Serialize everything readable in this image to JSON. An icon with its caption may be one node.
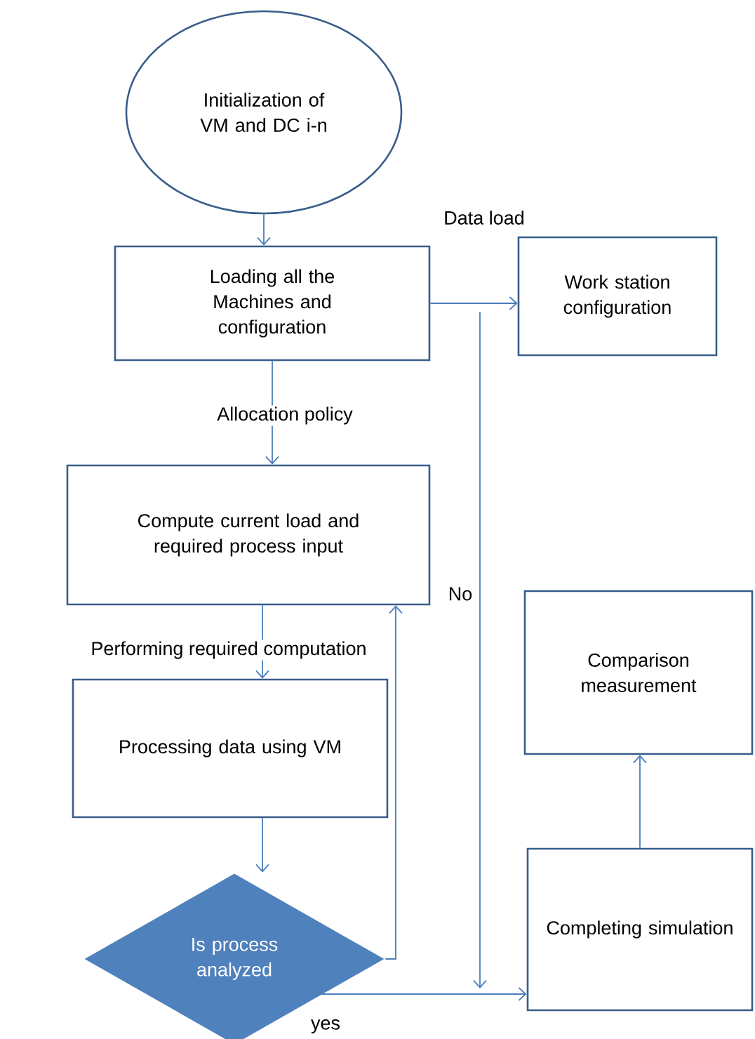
{
  "diagram": {
    "nodes": [
      {
        "text": [
          "Initialization of VM and DC i-n"
        ]
      },
      {
        "text": [
          "Loading all the Machines and configuration"
        ]
      },
      {
        "text": [
          "Work station configuration"
        ]
      },
      {
        "text": [
          "Compute current load and required process input"
        ]
      },
      {
        "text": [
          "Processing data using VM"
        ]
      },
      {
        "text": [
          "Is process analyzed"
        ]
      },
      {
        "text": [
          "Comparison measurement"
        ]
      },
      {
        "text": [
          "Completing simulation"
        ]
      }
    ],
    "edges": [
      {
        "from": 0,
        "to": 1,
        "arrow": "to"
      },
      {
        "from": 1,
        "to": 2,
        "arrow": "to",
        "label": "Data load"
      },
      {
        "from": 1,
        "to": 3,
        "arrow": "to",
        "label": "Allocation policy"
      },
      {
        "from": 3,
        "to": 4,
        "arrow": "to",
        "label": "Performing required computation"
      },
      {
        "from": 4,
        "to": 5,
        "arrow": "to"
      },
      {
        "from": 5,
        "to": 3,
        "arrow": "to",
        "label": "No"
      },
      {
        "from": 5,
        "to": 7,
        "arrow": "to",
        "label": "yes"
      },
      {
        "from": 7,
        "to": 6,
        "arrow": "to"
      }
    ]
  }
}
